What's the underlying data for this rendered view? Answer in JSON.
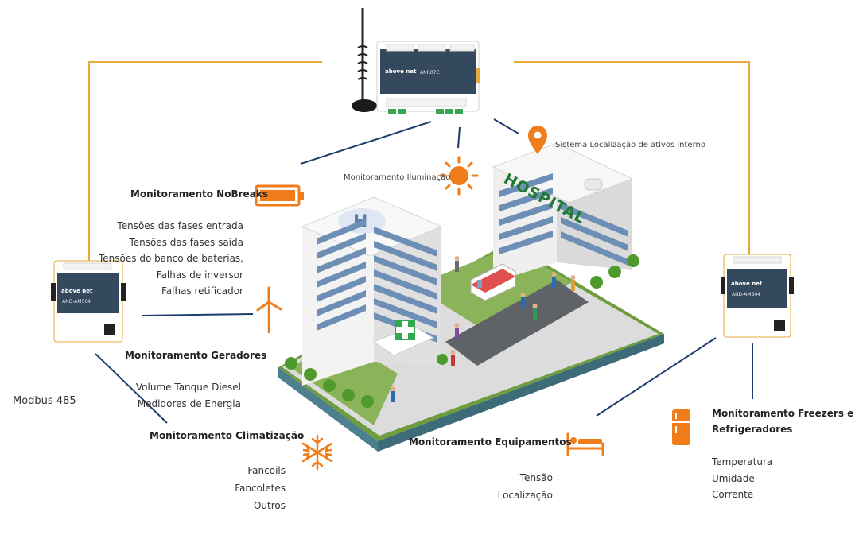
{
  "labels": {
    "bus": "Modbus 485",
    "iluminacao": "Monitoramento Iluminação",
    "localizacao": "Sistema Localização de ativos interno",
    "hospital_sign": "HOSPITAL"
  },
  "nobreaks": {
    "title": "Monitoramento NoBreaks",
    "items": [
      "Tensões das fases entrada",
      "Tensões das fases saida",
      "Tensões do banco de baterias,",
      "Falhas de inversor",
      "Falhas retificador"
    ]
  },
  "geradores": {
    "title": "Monitoramento Geradores",
    "items": [
      "Volume Tanque Diesel",
      "Medidores de Energia"
    ]
  },
  "climatizacao": {
    "title": "Monitoramento Climatização",
    "items": [
      "Fancoils",
      "Fancoletes",
      "Outros"
    ]
  },
  "equipamentos": {
    "title": "Monitoramento Equipamentos",
    "items": [
      "Tensão",
      "Localização"
    ]
  },
  "freezers": {
    "title_line1": "Monitoramento Freezers e",
    "title_line2": "Refrigeradores",
    "items": [
      "Temperatura",
      "Umidade",
      "Corrente"
    ]
  },
  "devices": {
    "brand": "above net",
    "gateway_model": "ANR07C",
    "module_model": "AND-AMS04"
  },
  "icons": [
    "antenna-icon",
    "battery-icon",
    "sun-icon",
    "location-pin-icon",
    "wind-turbine-icon",
    "snowflake-icon",
    "hospital-bed-icon",
    "refrigerator-icon"
  ],
  "colors": {
    "accent": "#f07d1a",
    "line": "#1d3d6e",
    "frame": "#e6a93a",
    "device": "#34495e"
  }
}
